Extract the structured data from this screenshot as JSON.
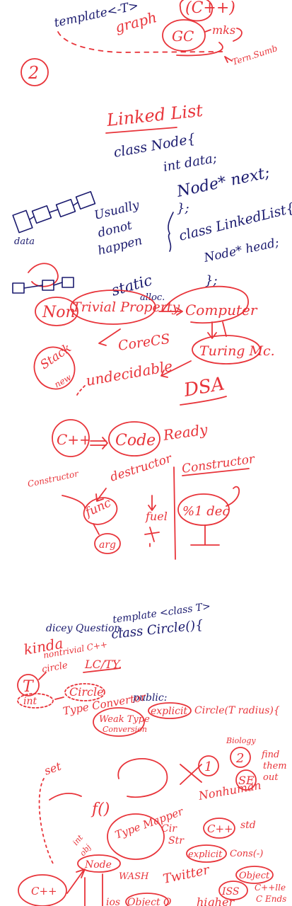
{
  "page": {
    "sections": {
      "top": {
        "template": "template<-T>",
        "graph": "graph",
        "cpp": "(C++)",
        "gc": "GC",
        "mks": "mks",
        "tern_sumb": "Tern.Sumb"
      },
      "number": "2",
      "linked_list": {
        "title": "Linked List",
        "code": [
          "class Node{",
          "int data;",
          "Node* next;",
          "};",
          "class LinkedList{",
          "Node* head;",
          "};"
        ],
        "notes": [
          "Usually",
          "donot",
          "happen",
          "static",
          "alloc.",
          "data"
        ]
      },
      "diagram": {
        "non": "Non",
        "trivial_property": "Trivial Property",
        "computer": "Computer",
        "core_cs": "CoreCS",
        "turing_mc": "Turing Mc.",
        "stack": "Stack",
        "new": "new",
        "undecidable": "undecidable",
        "dsa": "DSA"
      },
      "code_ready": {
        "cpp": "C++",
        "code": "Code",
        "ready": "Ready",
        "constructor_left": "Constructor",
        "destructor": "destructor",
        "func": "func",
        "fuel": "fuel",
        "arg": "arg",
        "constructor_right": "Constructor",
        "pct_dec": "%1 dec"
      },
      "circle_question": {
        "dicey_question": "dicey Question.",
        "template": "template <class T>",
        "class_circle": "class Circle(){",
        "kinda": "kinda",
        "nontrivial_cpp": "nontrivial C++",
        "circle": "circle",
        "lc_ty": "LC/TY.",
        "public": "public:",
        "explicit": "explicit",
        "circle_radius": "Circle(T radius){",
        "T": "T",
        "int": "int",
        "circle_fn": "Circle",
        "type_convertor": "Type Convertor",
        "weak_type": "Weak Type",
        "conversion": "Conversion"
      },
      "bottom": {
        "biology": "Biology",
        "one": "1",
        "two": "2",
        "find": "find",
        "them": "them",
        "out": "out",
        "se": "SE",
        "nonhuman": "Nonhuman",
        "set": "set",
        "f": "f()",
        "type_mapper": "Type Mapper",
        "cir": "Cir",
        "str": "Str",
        "cpp": "C++",
        "std": "std",
        "explicit": "explicit",
        "cons": "Cons(-)",
        "object": "Object",
        "int": "int",
        "obj": "obj",
        "node": "Node",
        "wash": "WASH",
        "twitter": "Twitter",
        "iss": "ISS",
        "cxx_lle": "C++lle",
        "c_ends": "C Ends",
        "ios": "ios",
        "object_o": "Object O",
        "higher": "higher",
        "cpp2": "C++"
      }
    }
  }
}
